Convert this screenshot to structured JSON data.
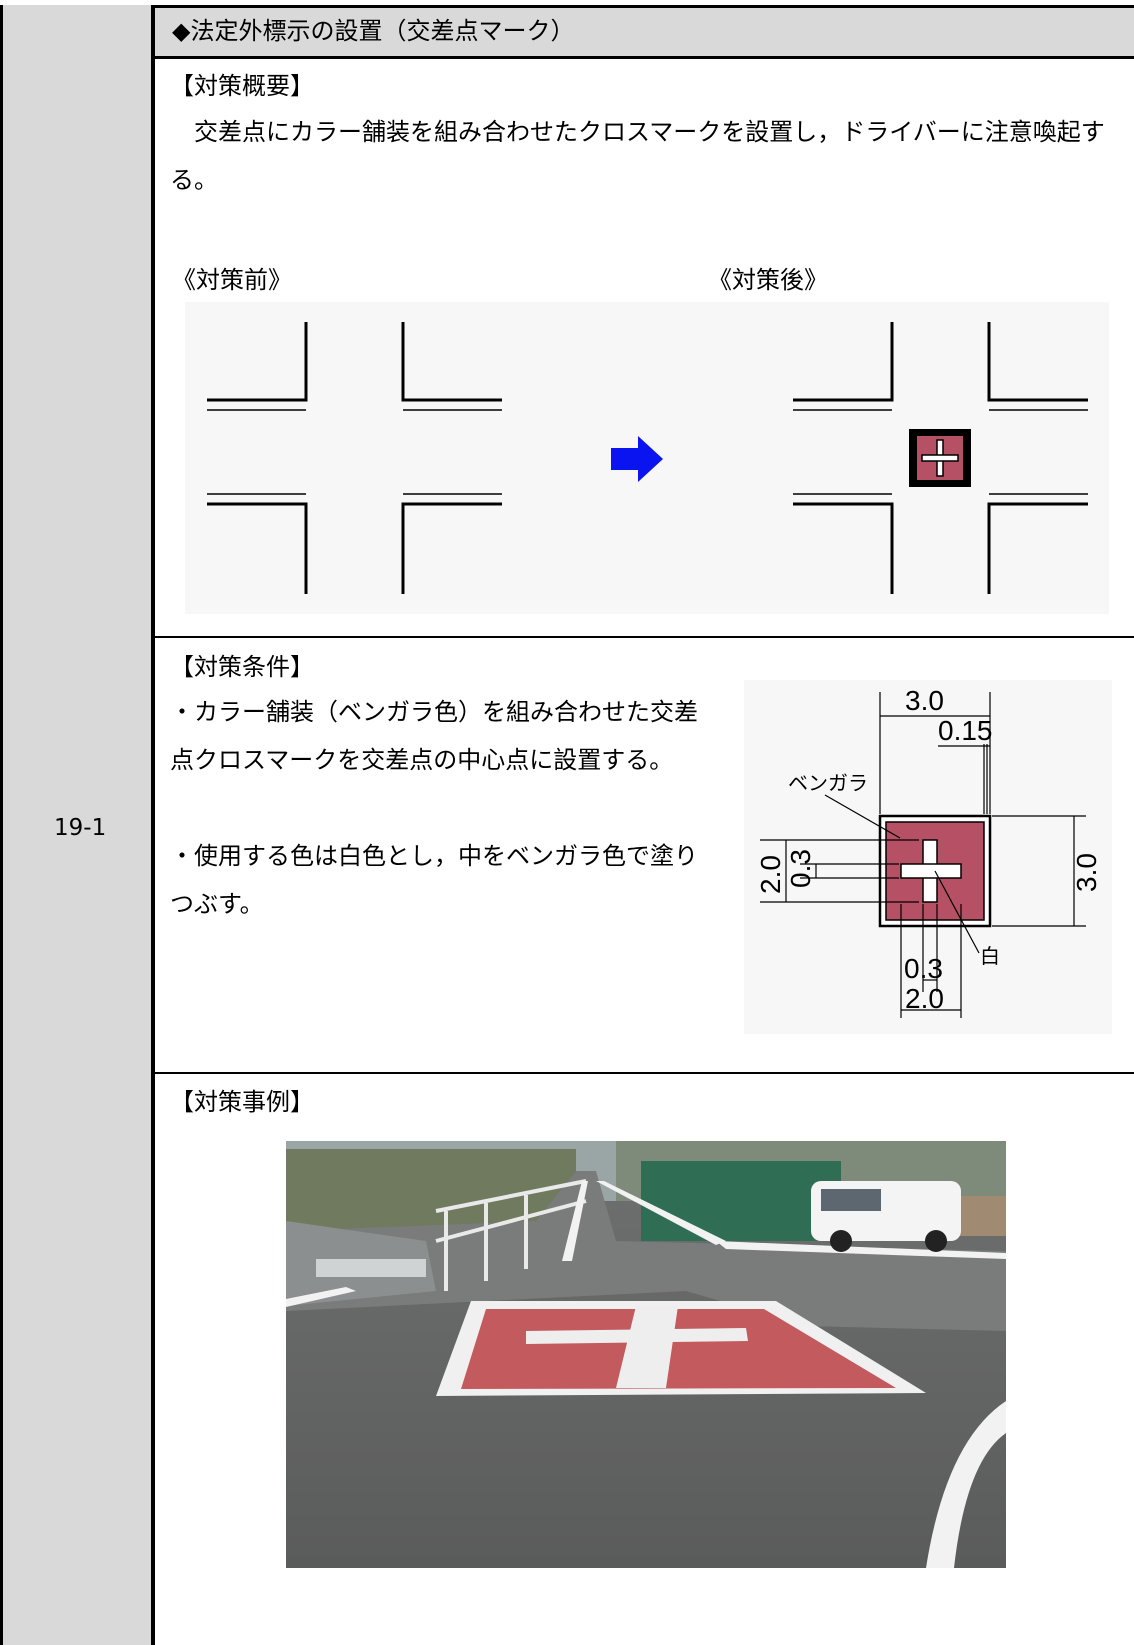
{
  "row_id": "19-1",
  "title": "◆法定外標示の設置（交差点マーク）",
  "overview": {
    "heading": "【対策概要】",
    "body": "　交差点にカラー舗装を組み合わせたクロスマークを設置し，ドライバーに注意喚起する。",
    "before_label": "《対策前》",
    "after_label": "《対策後》"
  },
  "conditions": {
    "heading": "【対策条件】",
    "line1": "・カラー舗装（ベンガラ色）を組み合わせた交差点クロスマークを交差点の中心点に設置する。",
    "line2": "・使用する色は白色とし，中をベンガラ色で塗りつぶす。",
    "diagram": {
      "dim_top": "3.0",
      "dim_line": "0.15",
      "label_bengara": "ベンガラ",
      "dim_left_outer": "2.0",
      "dim_left_inner": "0.3",
      "dim_right": "3.0",
      "label_white": "白",
      "dim_bottom_inner": "0.3",
      "dim_bottom_outer": "2.0"
    }
  },
  "example": {
    "heading": "【対策事例】"
  },
  "colors": {
    "bengara": "#b65064",
    "arrow": "#0a14f0",
    "band": "#d9d9d9"
  }
}
